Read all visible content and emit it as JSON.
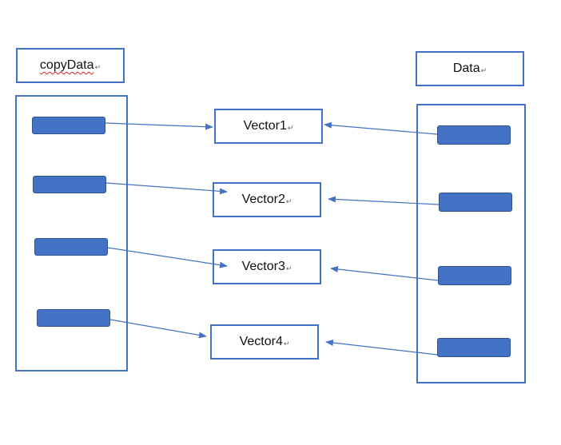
{
  "left_header": {
    "label": "copyData",
    "mark": "↵"
  },
  "right_header": {
    "label": "Data",
    "mark": "↵"
  },
  "vectors": [
    {
      "label": "Vector1",
      "mark": "↵"
    },
    {
      "label": "Vector2",
      "mark": "↵"
    },
    {
      "label": "Vector3",
      "mark": "↵"
    },
    {
      "label": "Vector4",
      "mark": "↵"
    }
  ],
  "colors": {
    "accent": "#4472c4",
    "pill_border": "#2f528f",
    "spellcheck": "#e02020"
  }
}
